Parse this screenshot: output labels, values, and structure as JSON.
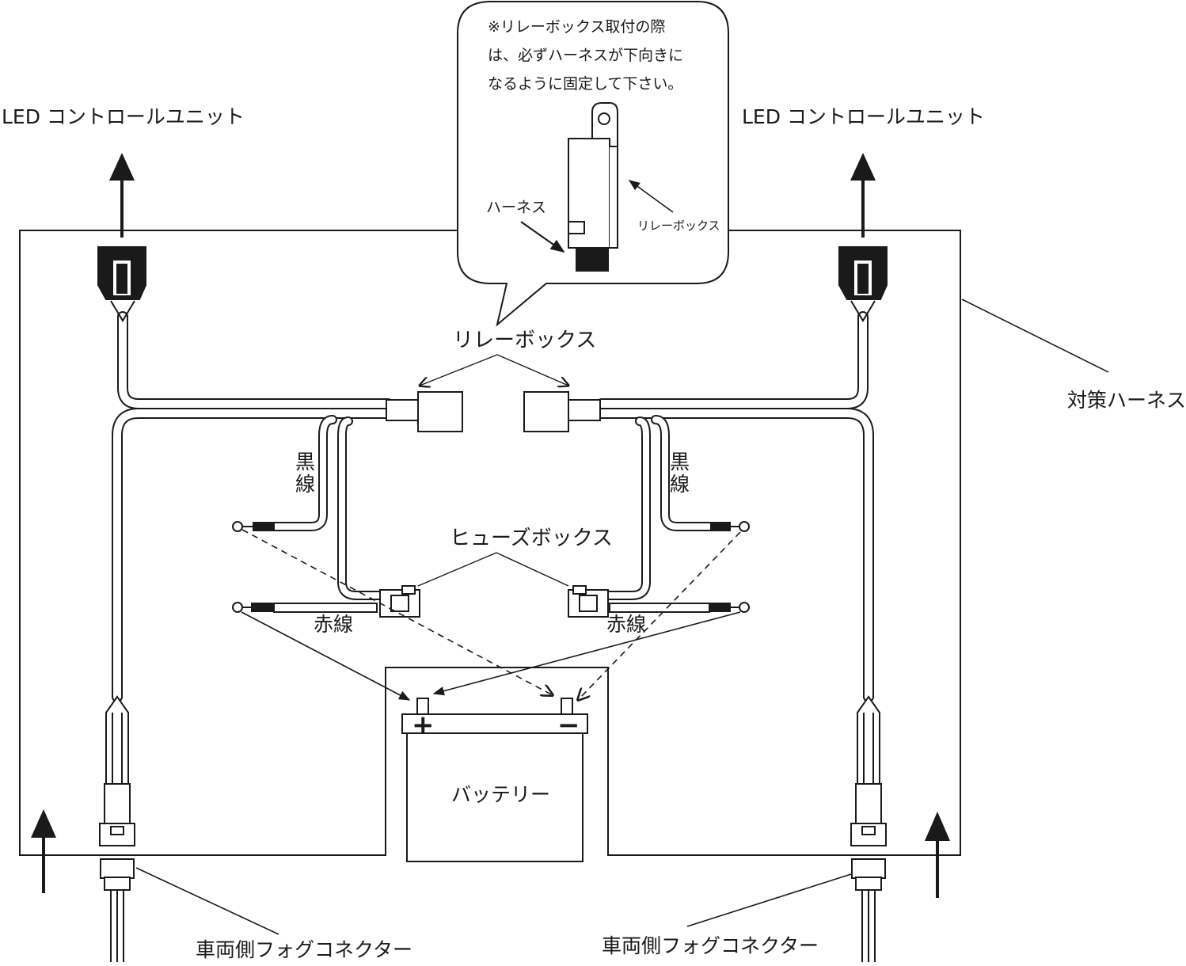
{
  "labels": {
    "led_left": "LED コントロールユニット",
    "led_right": "LED コントロールユニット",
    "relay_box": "リレーボックス",
    "fuse_box": "ヒューズボックス",
    "countermeasure_harness": "対策ハーネス",
    "black_wire_left": "黒線",
    "black_wire_right": "黒線",
    "red_wire_left": "赤線",
    "red_wire_right": "赤線",
    "battery": "バッテリー",
    "battery_plus": "+",
    "battery_minus": "−",
    "fog_connector_left": "車両側フォグコネクター",
    "fog_connector_right": "車両側フォグコネクター"
  },
  "callout": {
    "lines": [
      "※リレーボックス取付の際",
      "は、必ずハーネスが下向きに",
      "なるように固定して下さい。"
    ],
    "harness_label": "ハーネス",
    "relay_label": "リレーボックス"
  },
  "colors": {
    "line": "#1a1a1a",
    "background": "#ffffff",
    "wire_fill": "#ffffff"
  }
}
